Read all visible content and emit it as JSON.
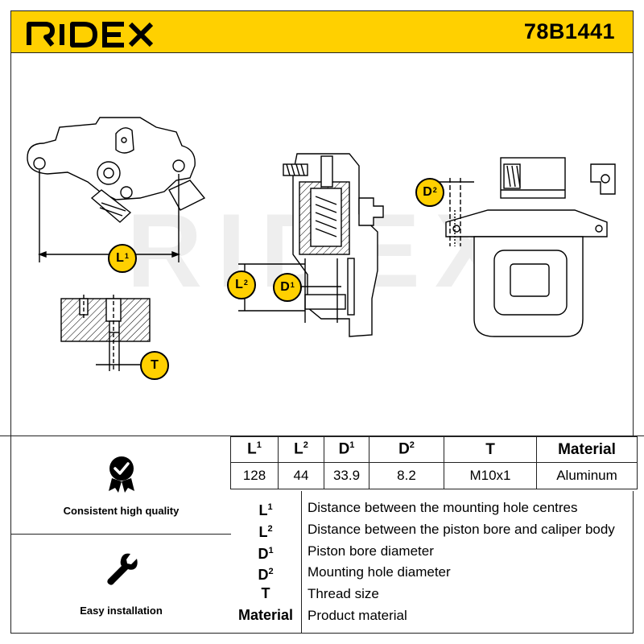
{
  "header": {
    "brand": "RIDEX",
    "part_number": "78B1441",
    "accent_color": "#ffd000"
  },
  "drawing": {
    "watermark": "RIDEX",
    "badges": {
      "L1": {
        "base": "L",
        "sup": "1"
      },
      "L2": {
        "base": "L",
        "sup": "2"
      },
      "D1": {
        "base": "D",
        "sup": "1"
      },
      "D2": {
        "base": "D",
        "sup": "2"
      },
      "T": {
        "base": "T",
        "sup": ""
      }
    }
  },
  "features": [
    {
      "icon": "quality-badge-icon",
      "label": "Consistent high quality"
    },
    {
      "icon": "wrench-icon",
      "label": "Easy installation"
    }
  ],
  "specs": {
    "headers": [
      {
        "base": "L",
        "sup": "1"
      },
      {
        "base": "L",
        "sup": "2"
      },
      {
        "base": "D",
        "sup": "1"
      },
      {
        "base": "D",
        "sup": "2"
      },
      {
        "base": "T",
        "sup": ""
      },
      {
        "base": "Material",
        "sup": ""
      }
    ],
    "values": [
      "128",
      "44",
      "33.9",
      "8.2",
      "M10x1",
      "Aluminum"
    ]
  },
  "legend": [
    {
      "base": "L",
      "sup": "1",
      "desc": "Distance between the mounting hole centres"
    },
    {
      "base": "L",
      "sup": "2",
      "desc": "Distance between the piston bore and caliper body"
    },
    {
      "base": "D",
      "sup": "1",
      "desc": "Piston bore diameter"
    },
    {
      "base": "D",
      "sup": "2",
      "desc": "Mounting hole diameter"
    },
    {
      "base": "T",
      "sup": "",
      "desc": "Thread size"
    },
    {
      "base": "Material",
      "sup": "",
      "desc": "Product material"
    }
  ]
}
